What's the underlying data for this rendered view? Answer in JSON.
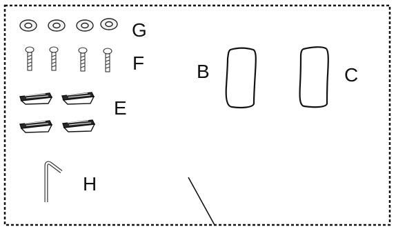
{
  "parts": {
    "G": {
      "label": "G",
      "name": "washers",
      "count": 4
    },
    "F": {
      "label": "F",
      "name": "bolts",
      "count": 4
    },
    "E": {
      "label": "E",
      "name": "feet",
      "count": 4
    },
    "B": {
      "label": "B",
      "name": "panel"
    },
    "C": {
      "label": "C",
      "name": "panel"
    },
    "H": {
      "label": "H",
      "name": "hex key",
      "count": 1
    }
  },
  "colors": {
    "stroke": "#222222",
    "background": "#ffffff"
  }
}
